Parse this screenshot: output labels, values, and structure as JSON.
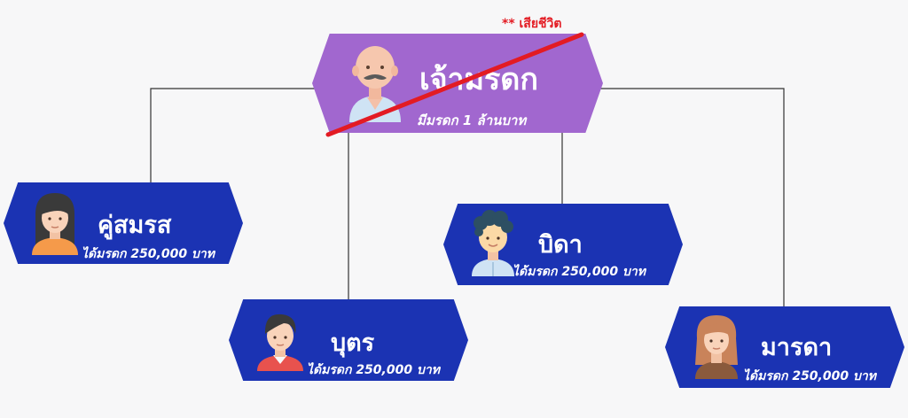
{
  "colors": {
    "deceased_fill": "#a167cf",
    "heir_fill": "#1b33b3",
    "line": "#333333",
    "strike": "#e31b23"
  },
  "deceased": {
    "title": "เจ้ามรดก",
    "subtitle": "มีมรดก 1 ล้านบาท",
    "note": "** เสียชีวิต",
    "icon": "bald-man-mustache-icon"
  },
  "heirs": [
    {
      "key": "spouse",
      "title": "คู่สมรส",
      "subtitle": "ได้มรดก 250,000 บาท",
      "icon": "woman-avatar-icon"
    },
    {
      "key": "child",
      "title": "บุตร",
      "subtitle": "ได้มรดก 250,000 บาท",
      "icon": "boy-avatar-icon"
    },
    {
      "key": "father",
      "title": "บิดา",
      "subtitle": "ได้มรดก 250,000 บาท",
      "icon": "man-curly-hair-icon"
    },
    {
      "key": "mother",
      "title": "มารดา",
      "subtitle": "ได้มรดก 250,000 บาท",
      "icon": "woman-curly-hair-icon"
    }
  ]
}
